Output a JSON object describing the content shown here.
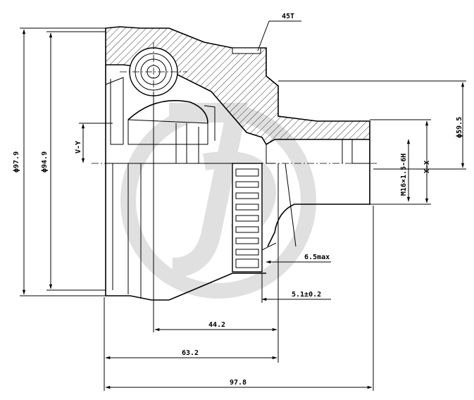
{
  "labels": {
    "thread_count": "45T",
    "dim_d979": "ϕ97.9",
    "dim_d949": "ϕ94.9",
    "dim_d595": "ϕ59.5",
    "axis_vy": "V-Y",
    "axis_xx": "X-X",
    "thread_spec": "M16×1.5-6H",
    "dim_65max": "6.5max",
    "dim_51": "5.1±0.2",
    "dim_442": "44.2",
    "dim_632": "63.2",
    "dim_978": "97.8"
  },
  "colors": {
    "line": "#000000",
    "watermark": "#c8c8c8"
  }
}
